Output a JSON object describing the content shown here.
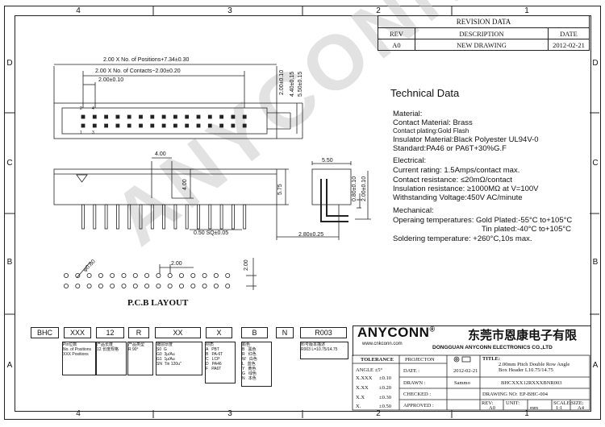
{
  "zones": {
    "top": [
      "4",
      "3",
      "2",
      "1"
    ],
    "bottom": [
      "4",
      "3",
      "2",
      "1"
    ],
    "left": [
      "D",
      "C",
      "B",
      "A"
    ],
    "right": [
      "D",
      "C",
      "B",
      "A"
    ]
  },
  "revision": {
    "title": "REVISION DATA",
    "headers": [
      "REV",
      "DESCRIPTION",
      "DATE"
    ],
    "row": [
      "A0",
      "NEW DRAWING",
      "2012-02-21"
    ]
  },
  "technical": {
    "heading": "Technical Data",
    "lines": [
      "Material:",
      "Contact Material: Brass",
      "Contact plating:Gold Flash",
      "Insulator Material:Black Polyester UL94V-0",
      "Standard:PA46 or PA6T+30%G.F",
      "Electrical:",
      "Current rating: 1.5Amps/contact max.",
      "Contact resistance: ≤20mΩ/contact",
      "Insulation resistance: ≥1000MΩ at V=100V",
      "Withstanding Voltage:450V AC/minute",
      "Mechanical:",
      "Operaing temperatures: Gold Plated:-55°C to+105°C",
      "Tin plated:-40°C to+105°C",
      "Soldering temperature: +260°C,10s max."
    ]
  },
  "dimensions": {
    "overall": "2.00 X No. of Positions+7.34±0.30",
    "contacts": "2.00 X No. of Contacts−2.00±0.20",
    "pitch": "2.00±0.10",
    "h1": "2.00±0.10",
    "h2": "4.40±0.15",
    "h3": "5.50±0.15",
    "d400": "4.00",
    "d400v": "4.00",
    "d575": "5.75",
    "d550": "5.50",
    "d080": "0.80±0.10",
    "d200v": "2.00±0.10",
    "sq": "0.50 SQ±0.05",
    "d280": "2.80±0.25",
    "hole": "φ0.80",
    "pcb_pitch": "2.00",
    "pcb_v": "2.00",
    "pin_labels_top": [
      "2",
      "4"
    ],
    "pin_labels_bottom": [
      "1",
      "3"
    ],
    "pcb_title": "P.C.B  LAYOUT"
  },
  "watermark": "ANYCONN",
  "partcode": {
    "boxes": [
      "BHC",
      "XXX",
      "12",
      "R",
      "XX",
      "X",
      "B",
      "N",
      "R003"
    ],
    "notes": [
      "Pin位数\nNo. of Positions\nXXX Positions",
      "产品长度\n12 长度规格",
      "产品类型\nR 90°",
      "镀层厚度\nS0  G\nG0  3μ/Au\nG1  1μ/Au\nSN  Tin 120u\"",
      "材质\nA   PBT\nB   PA-6T\nC   LCP\nD   PA46\nF   PA6T",
      "颜色\nB   黑色\nR   红色\nW   白色\nL   蓝色\nY   黄色\nG   绿色\nN   本色",
      "",
      "料号版本描述\nR003 L=10.75/14.75"
    ]
  },
  "company": {
    "logo": "ANYCONN",
    "reg": "®",
    "cn_name": "东莞市恩康电子有限",
    "website": "www.cnkconn.com",
    "en_name": "DONGGUAN  ANYCONN  ELECTRONICS  CO.,LTD"
  },
  "titleblock": {
    "tolerance": "TOLERANCE",
    "angle": "ANGLE  ±5°",
    "tol_rows": [
      [
        "X.XXX",
        "±0.10"
      ],
      [
        "X.XX",
        "±0.20"
      ],
      [
        "X.X",
        "±0.30"
      ],
      [
        "X.",
        "±0.50"
      ]
    ],
    "projection": "PROJECTON",
    "date_label": "DATE :",
    "date": "2012-02-21",
    "drawn_label": "DRAWN :",
    "drawn": "Sammo",
    "checked_label": "CHECKED :",
    "approved_label": "APPROVED :",
    "title_label": "TITLE:",
    "title_line1": "2.00mm Pitch Double Row Angle",
    "title_line2": "Box Header L10.75/14.75",
    "partno": "BHCXXX12RXXXBNR003",
    "drawing_label": "DRAWING NO:",
    "drawing_no": "EP-BHC-004",
    "rev_label": "REV:",
    "rev": "A0",
    "unit_label": "UNIT:",
    "unit": "mm",
    "scale_label": "SCALE:",
    "scale": "1:1",
    "size_label": "SIZE:",
    "size": "A4"
  }
}
